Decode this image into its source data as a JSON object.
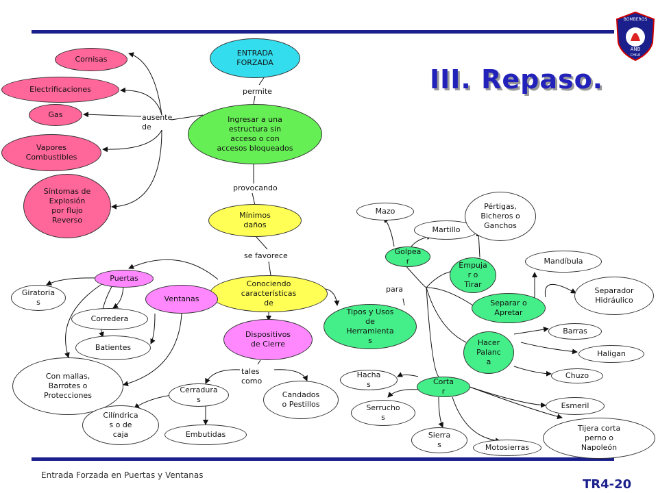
{
  "title": "III. Repaso.",
  "footer": {
    "text": "Entrada Forzada en Puertas y Ventanas",
    "code": "TR4-20"
  },
  "logo": {
    "top_text": "BOMBEROS",
    "middle_text": "ANB",
    "bottom_text": "CHILE"
  },
  "colors": {
    "rule": "#1a1f8c",
    "pink": "#ff6699",
    "cyan": "#33ddee",
    "green": "#66ee55",
    "yellow": "#ffff55",
    "magenta": "#ff88ff",
    "teal": "#44ee88",
    "blue_title": "#2222bb"
  },
  "nodes": {
    "entrada_forzada": "ENTRADA\nFORZADA",
    "ingresar": "Ingresar a una\nestructura sin\nacceso o con\naccesos bloqueados",
    "minimos": "Mínimos\ndaños",
    "conociendo": "Conociendo\ncaracterísticas\nde",
    "dispositivos": "Dispositivos\nde Cierre",
    "tipos": "Tipos y Usos\nde\nHerramienta\ns",
    "cornisas": "Cornisas",
    "electrificaciones": "Electrificaciones",
    "gas": "Gas",
    "vapores": "Vapores\nCombustibles",
    "sintomas": "Síntomas de\nExplosión\npor flujo\nReverso",
    "puertas": "Puertas",
    "ventanas": "Ventanas",
    "giratorias": "Giratoria\ns",
    "corredera": "Corredera",
    "batientes": "Batientes",
    "con_mallas": "Con mallas,\nBarrotes o\nProtecciones",
    "cerraduras": "Cerradura\ns",
    "cilindricas": "Cilíndrica\ns o de\ncaja",
    "embutidas": "Embutidas",
    "candados": "Candados\no Pestillos",
    "mazo": "Mazo",
    "martillo": "Martillo",
    "golpear": "Golpea\nr",
    "pertigas": "Pértigas,\nBicheros o\nGanchos",
    "empujar": "Empuja\nr o\nTirar",
    "mandibula": "Mandíbula",
    "separador": "Separador\nHidráulico",
    "separar": "Separar o\nApretar",
    "barras": "Barras",
    "hacer_palanca": "Hacer\nPalanc\na",
    "haligan": "Haligan",
    "chuzo": "Chuzo",
    "hachas": "Hacha\ns",
    "cortar": "Corta\nr",
    "serruchos": "Serrucho\ns",
    "sierras": "Sierra\ns",
    "motosierras": "Motosierras",
    "esmeril": "Esmeril",
    "tijera": "Tijera corta\nperno o\nNapoleón"
  },
  "links": {
    "permite": "permite",
    "ausente_de": "ausente\nde",
    "provocando": "provocando",
    "se_favorece": "se favorece",
    "tales_como": "tales\ncomo",
    "para": "para"
  }
}
